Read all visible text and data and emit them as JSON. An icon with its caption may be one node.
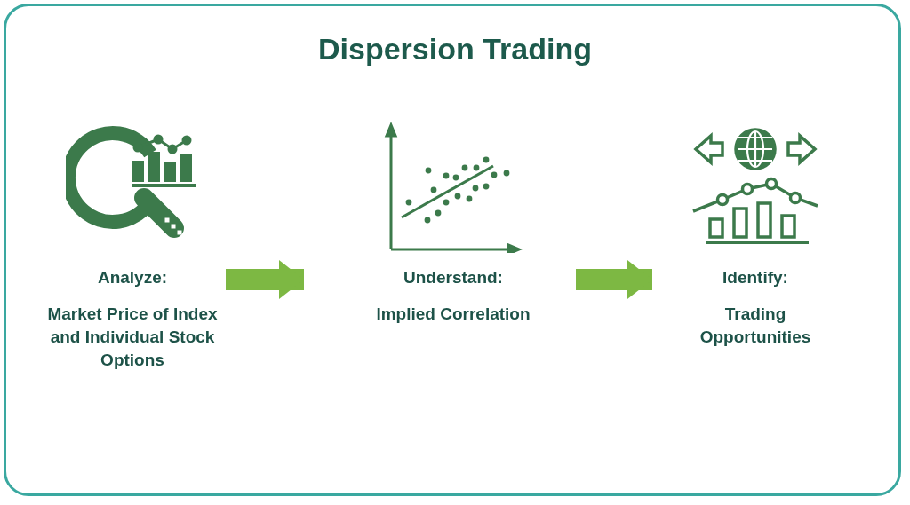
{
  "diagram": {
    "title": "Dispersion Trading",
    "nodes": [
      {
        "text": [
          "Analyze:",
          "Market Price of Index and Individual Stock Options"
        ]
      },
      {
        "text": [
          "Understand:",
          "Implied Correlation"
        ]
      },
      {
        "text": [
          "Identify:",
          "Trading Opportunities"
        ]
      }
    ],
    "edges": [
      {
        "from": 0,
        "to": 1,
        "arrow": "to"
      },
      {
        "from": 1,
        "to": 2,
        "arrow": "to"
      }
    ]
  }
}
